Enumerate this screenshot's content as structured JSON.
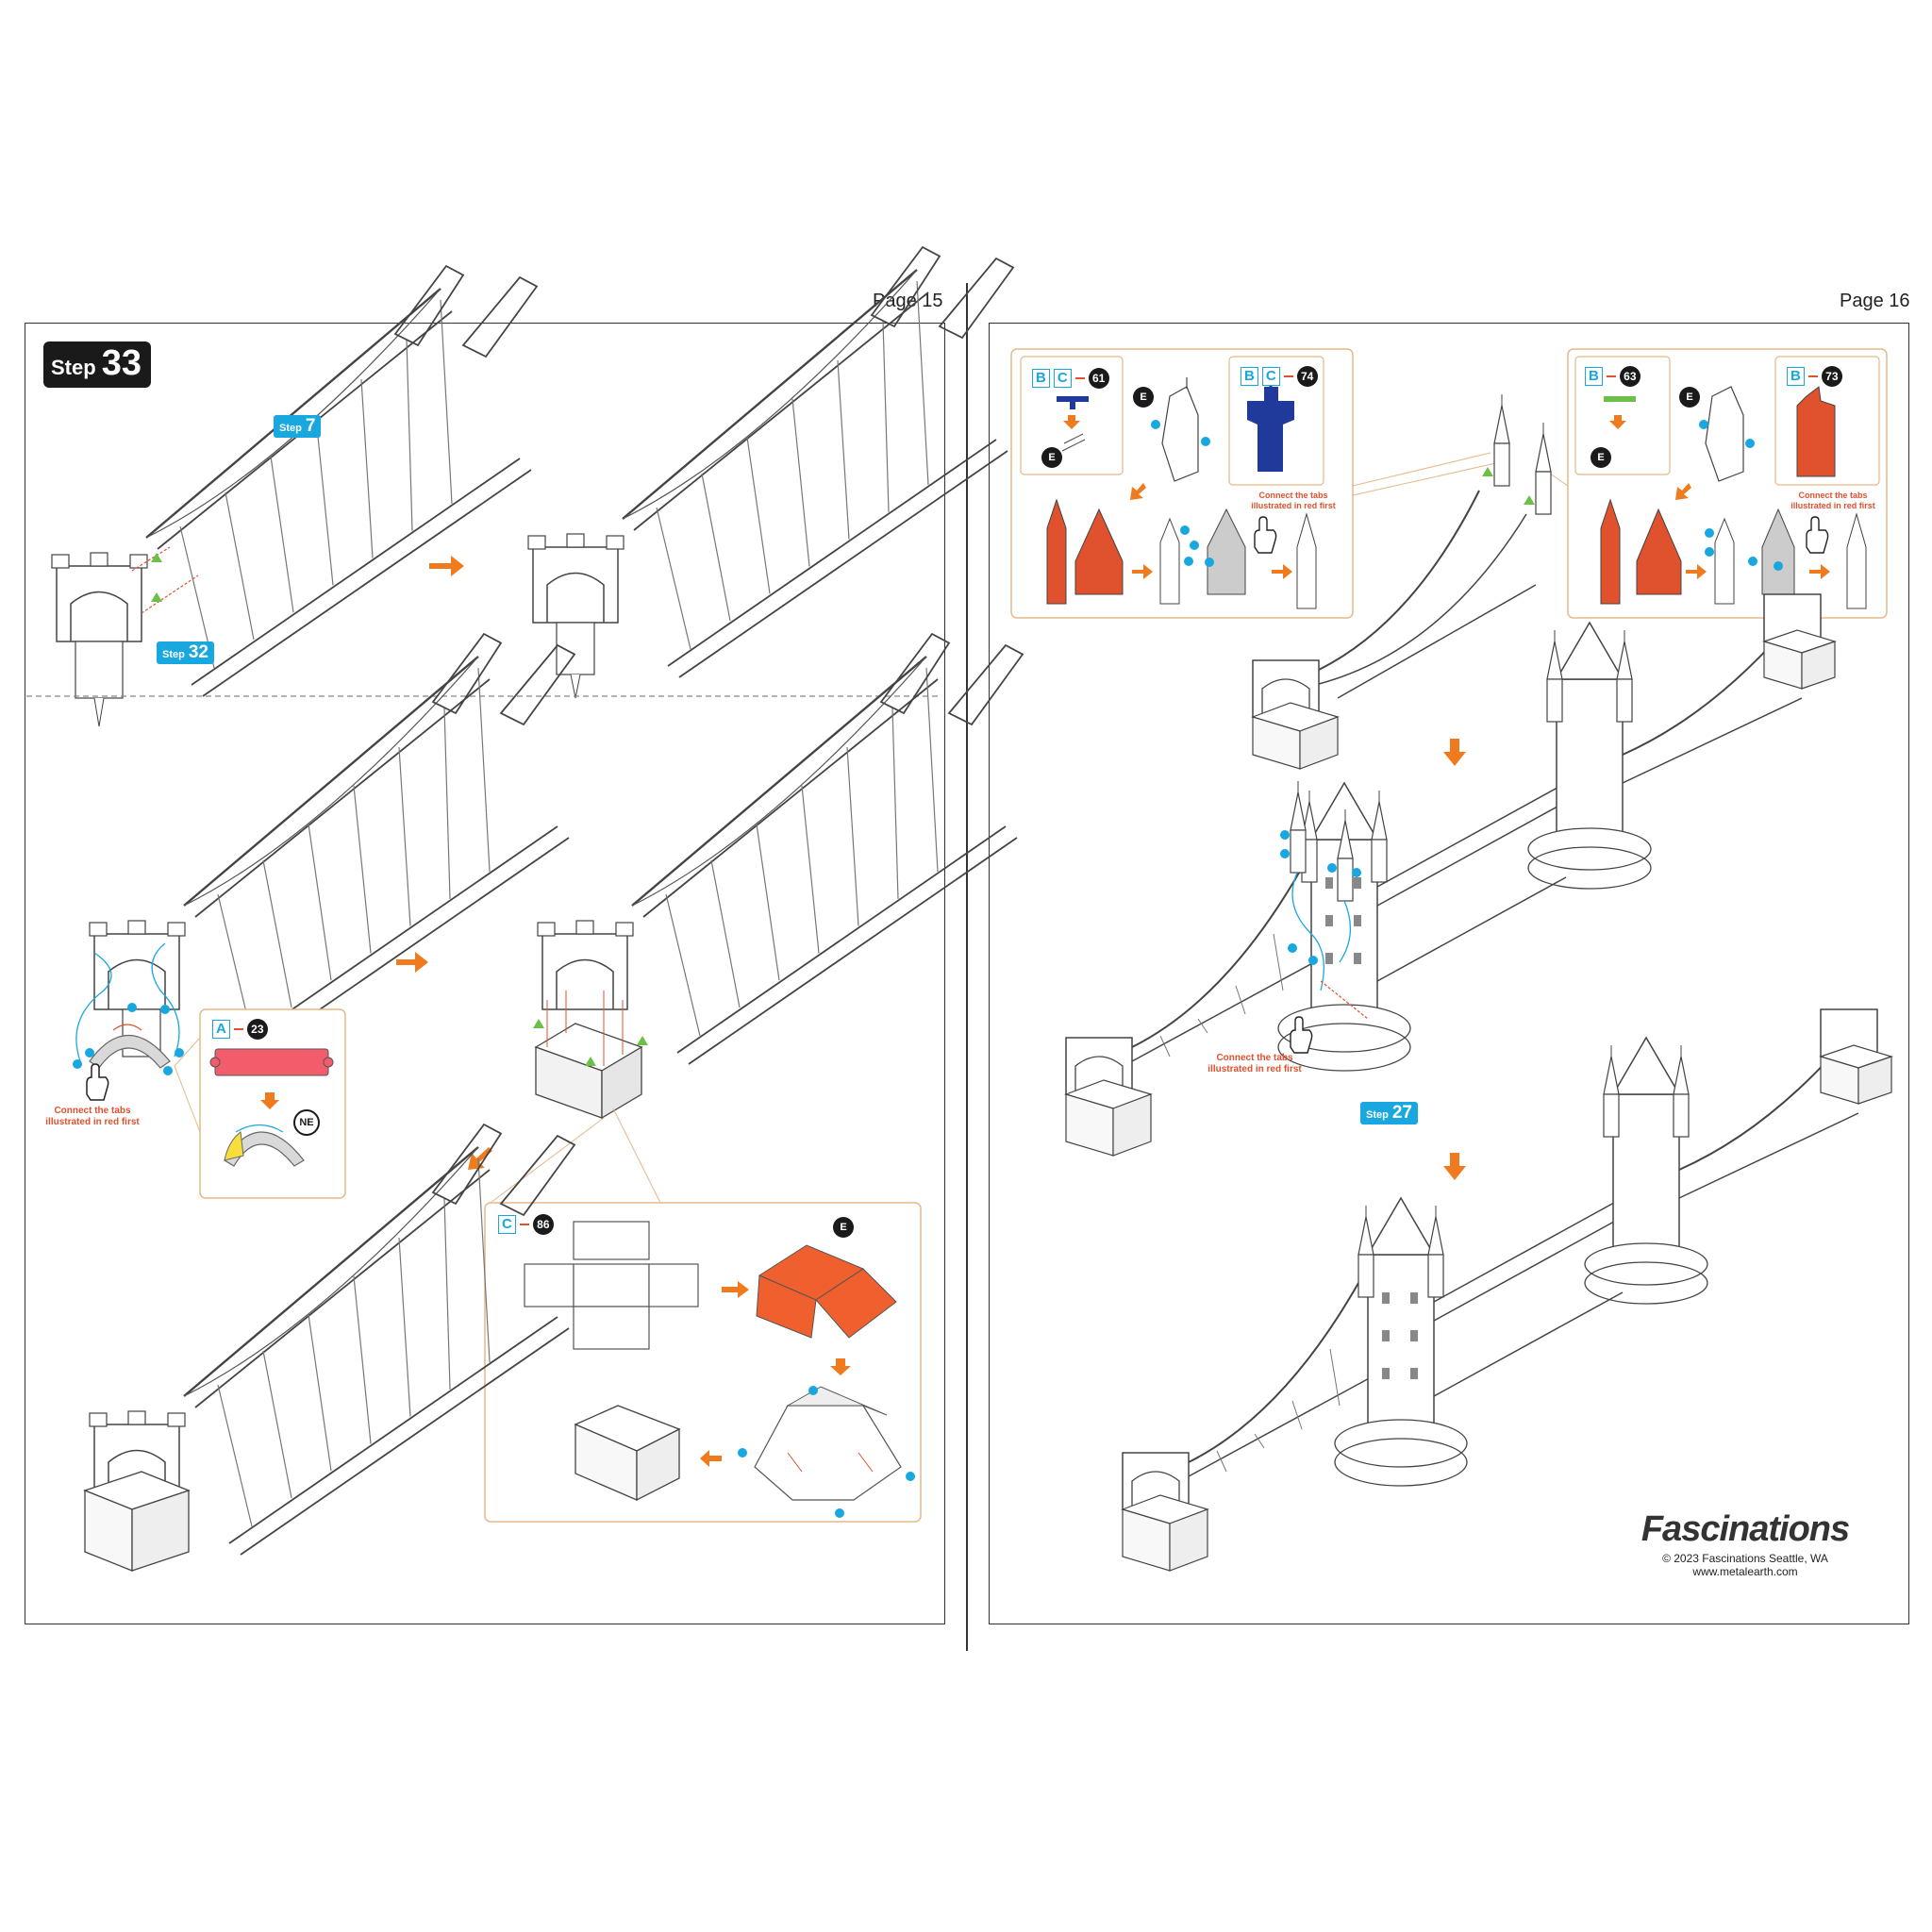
{
  "pages": {
    "left": {
      "page_label": "Page 15",
      "step_word": "Step",
      "step_number": "33",
      "callouts": {
        "step7": {
          "word": "Step",
          "num": "7"
        },
        "step32": {
          "word": "Step",
          "num": "32"
        }
      },
      "part_a": {
        "letter": "A",
        "number": "23"
      },
      "part_c": {
        "letter": "C",
        "number": "86"
      },
      "ne_label": "NE",
      "e_label": "E",
      "note_lines": [
        "Connect the tabs",
        "illustrated in red first"
      ]
    },
    "right": {
      "page_label": "Page 16",
      "inset_left": {
        "part1": {
          "letters": [
            "B",
            "C"
          ],
          "number": "61"
        },
        "part2": {
          "letters": [
            "B",
            "C"
          ],
          "number": "74"
        },
        "e_label": "E",
        "note_lines": [
          "Connect the tabs",
          "illustrated in red first"
        ]
      },
      "inset_right": {
        "part1": {
          "letters": [
            "B"
          ],
          "number": "63"
        },
        "part2": {
          "letters": [
            "B"
          ],
          "number": "73"
        },
        "e_label": "E",
        "note_lines": [
          "Connect the tabs",
          "illustrated in red first"
        ]
      },
      "callout_step27": {
        "word": "Step",
        "num": "27"
      },
      "main_note_lines": [
        "Connect the tabs",
        "illustrated in red first"
      ],
      "brand": {
        "name": "Fascinations",
        "copyright": "© 2023 Fascinations Seattle, WA",
        "url": "www.metalearth.com"
      }
    }
  },
  "colors": {
    "accent_blue": "#19a7e0",
    "accent_orange": "#f07a1e",
    "part_red": "#e0512e",
    "part_navy": "#1f3a9a",
    "inset_border": "#e6b888"
  },
  "icons": [
    "arrow-right-icon",
    "arrow-down-icon",
    "pointing-hand-icon",
    "bridge-illustration"
  ]
}
